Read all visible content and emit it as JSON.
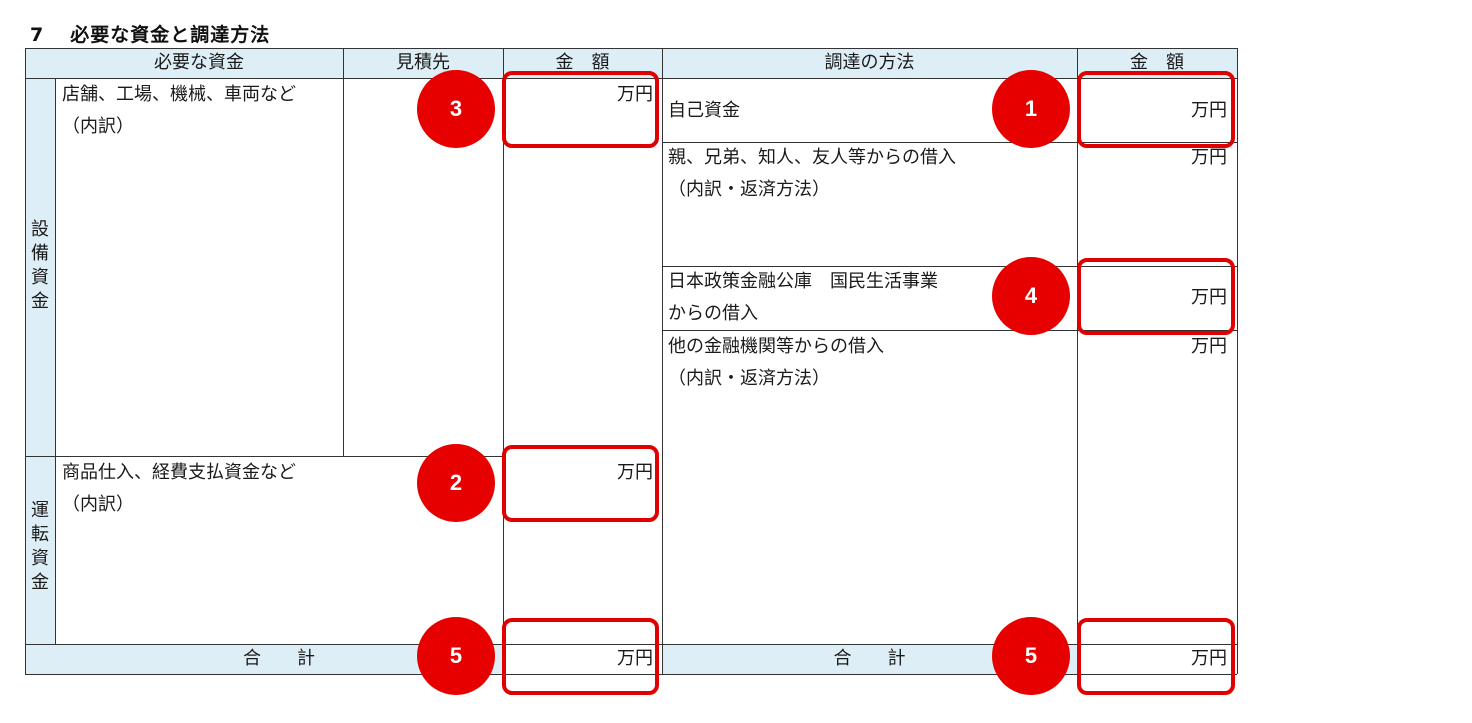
{
  "section": {
    "number": "7",
    "title": "必要な資金と調達方法"
  },
  "headers": {
    "needed_funds": "必要な資金",
    "quote_source": "見積先",
    "amount_left": "金　額",
    "procurement_method": "調達の方法",
    "amount_right": "金　額"
  },
  "left": {
    "equipment_category": "設備資金",
    "equipment_label": "店舗、工場、機械、車両など",
    "equipment_sub": "（内訳）",
    "working_category": "運転資金",
    "working_label": "商品仕入、経費支払資金など",
    "working_sub": "（内訳）",
    "total_label": "合　　計"
  },
  "right": {
    "own_funds": "自己資金",
    "family_loans": "親、兄弟、知人、友人等からの借入",
    "family_sub": "（内訳・返済方法）",
    "jfc_line1": "日本政策金融公庫　国民生活事業",
    "jfc_line2": "からの借入",
    "other_loans": "他の金融機関等からの借入",
    "other_sub": "（内訳・返済方法）",
    "total_label": "合　　計"
  },
  "unit": "万円",
  "badges": [
    "3",
    "1",
    "4",
    "2",
    "5",
    "5"
  ]
}
